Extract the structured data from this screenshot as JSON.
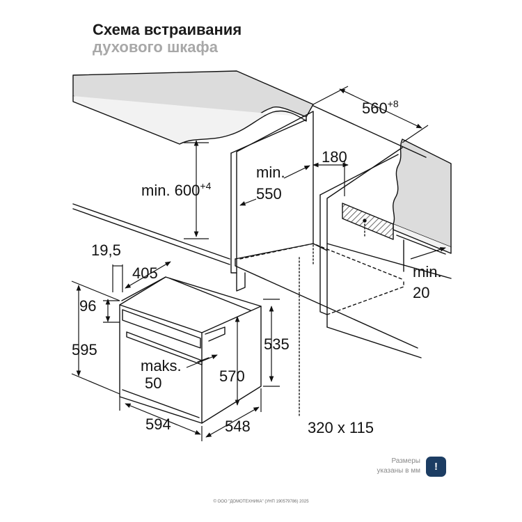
{
  "title": {
    "line1": "Схема встраивания",
    "line2": "духового шкафа"
  },
  "dimensions": {
    "width_top": "560",
    "width_top_tol": "+8",
    "depth_min": "min.",
    "depth_min_val": "550",
    "height_min": "min. 600",
    "height_min_tol": "+4",
    "vent_gap": "180",
    "side_min": "min.",
    "side_min_val": "20",
    "front_thickness": "19,5",
    "handle_depth": "405",
    "top_offset": "96",
    "total_height": "595",
    "maks": "maks.",
    "maks_val": "50",
    "body_height": "570",
    "inner_height": "535",
    "front_width": "594",
    "body_depth": "548",
    "vent_opening": "320 x 115"
  },
  "footer": {
    "note_line1": "Размеры",
    "note_line2": "указаны в мм",
    "badge": "!",
    "copyright": "© ООО \"ДОМОТЕХНИКА\" (УНП 190579786) 2025"
  },
  "colors": {
    "countertop": "#dcdcdc",
    "vent_hatch": "#555555",
    "badge_bg": "#1c3d63",
    "title_gray": "#a8a8a8"
  }
}
